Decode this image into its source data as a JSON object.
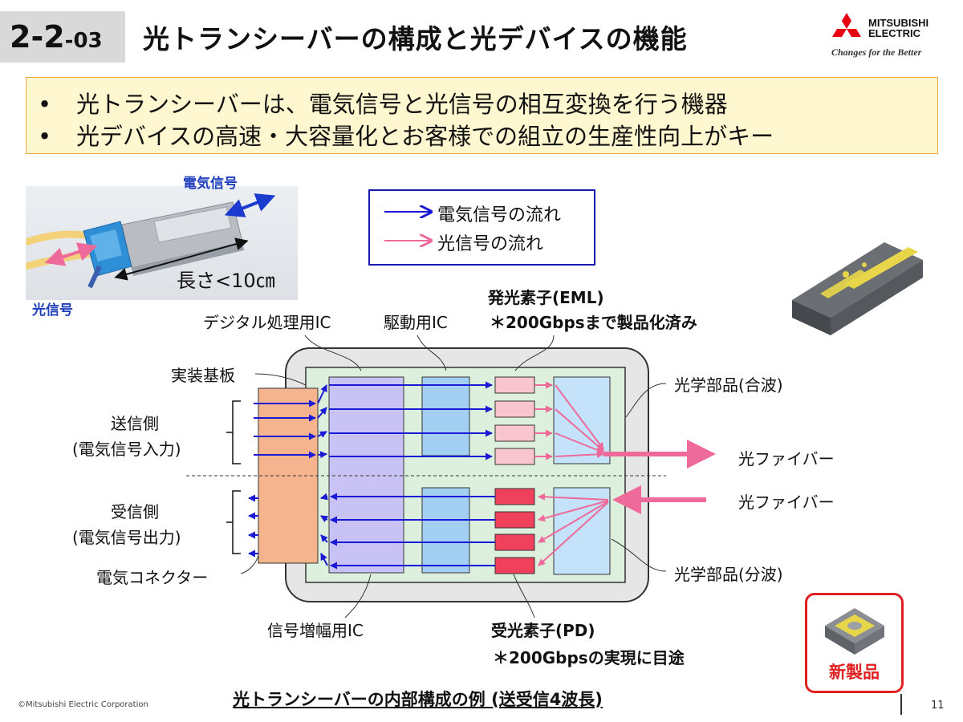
{
  "header": {
    "section_main": "2-2",
    "section_sub": "-03",
    "title": "光トランシーバーの構成と光デバイスの機能",
    "logo_line1": "MITSUBISHI",
    "logo_line2": "ELECTRIC",
    "logo_tagline": "Changes for the Better"
  },
  "summary": {
    "bullets": [
      "光トランシーバーは、電気信号と光信号の相互変換を行う機器",
      "光デバイスの高速・大容量化とお客様での組立の生産性向上がキー"
    ]
  },
  "photo": {
    "electric_label": "電気信号",
    "optical_label": "光信号",
    "length_label": "長さ<10㎝"
  },
  "legend": {
    "electric_flow": "電気信号の流れ",
    "optical_flow": "光信号の流れ"
  },
  "diagram": {
    "digital_ic": "デジタル処理用IC",
    "driver_ic": "駆動用IC",
    "eml_title": "発光素子(EML)",
    "eml_note": "＊200Gbpsまで製品化済み",
    "board": "実装基板",
    "tx_side": "送信側",
    "tx_side_sub": "(電気信号入力)",
    "rx_side": "受信側",
    "rx_side_sub": "(電気信号出力)",
    "connector": "電気コネクター",
    "optics_mux": "光学部品(合波)",
    "fiber_out": "光ファイバー",
    "fiber_in": "光ファイバー",
    "optics_demux": "光学部品(分波)",
    "amp_ic": "信号増幅用IC",
    "pd_title": "受光素子(PD)",
    "pd_note": "＊200Gbpsの実現に目途",
    "caption": "光トランシーバーの内部構成の例 (送受信4波長)"
  },
  "badge": {
    "label": "新製品"
  },
  "footer": {
    "copyright": "©Mitsubishi Electric Corporation",
    "page": "11"
  },
  "colors": {
    "electric": "#1a1ad6",
    "optical": "#ee6a9a",
    "accent_red": "#e02020",
    "summary_bg": "#fff7cf",
    "summary_border": "#f0a43a"
  }
}
